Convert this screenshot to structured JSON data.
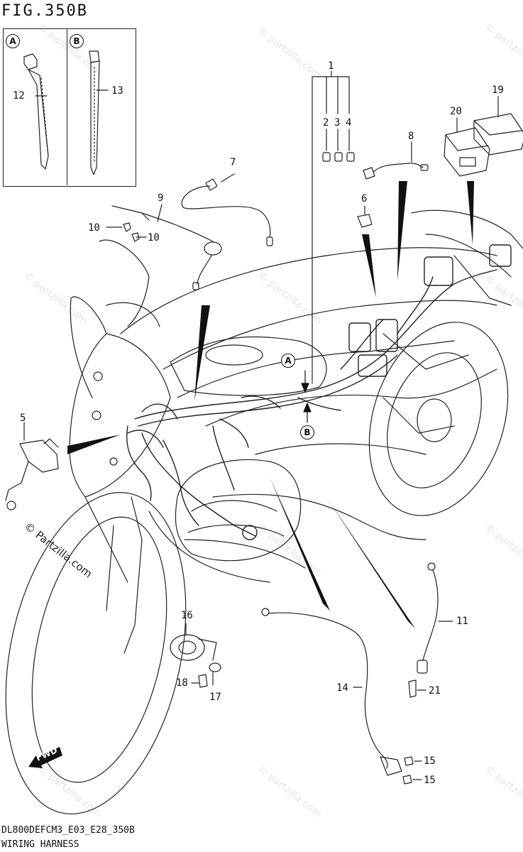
{
  "figure": {
    "title": "FIG.350B",
    "code": "DL800DEFCM3_E03_E28_350B",
    "caption": "WIRING HARNESS"
  },
  "insets": [
    {
      "letter": "A"
    },
    {
      "letter": "B"
    }
  ],
  "markers": {
    "A": "A",
    "B": "B"
  },
  "fwd_label": "FWD",
  "watermark": "© Partzilla.com",
  "watermark_short": "© partzilla.com",
  "part_numbers": {
    "p1": "1",
    "p2": "2",
    "p3": "3",
    "p4": "4",
    "p5": "5",
    "p6": "6",
    "p7": "7",
    "p8": "8",
    "p9": "9",
    "p10a": "10",
    "p10b": "10",
    "p11": "11",
    "p12": "12",
    "p13": "13",
    "p14": "14",
    "p15a": "15",
    "p15b": "15",
    "p16": "16",
    "p17": "17",
    "p18": "18",
    "p19": "19",
    "p20": "20",
    "p21": "21"
  }
}
